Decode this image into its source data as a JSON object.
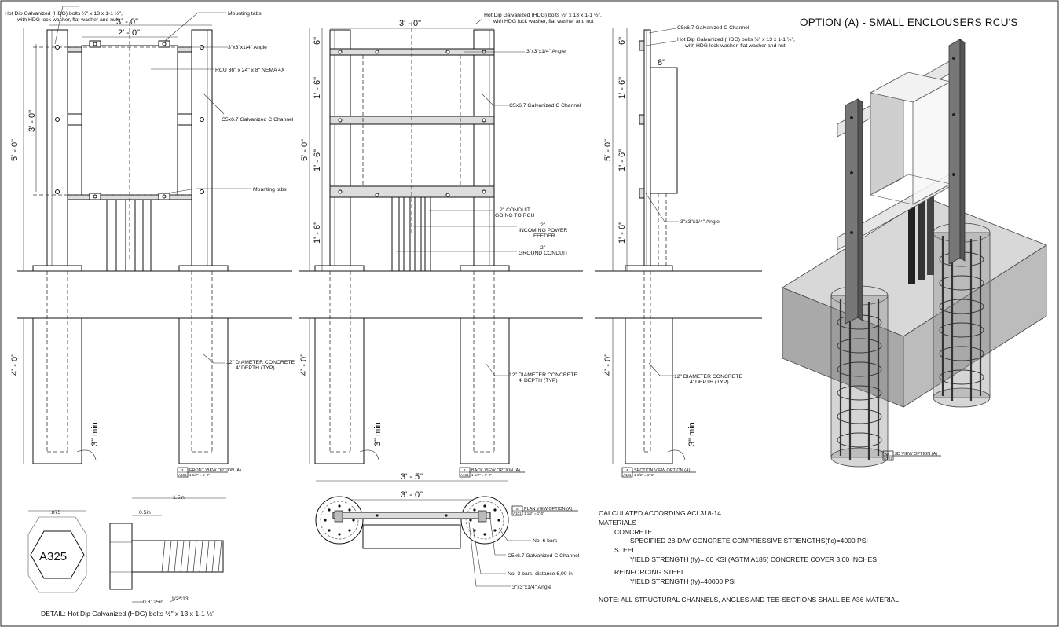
{
  "title": "OPTION (A) - SMALL ENCLOUSERS RCU'S",
  "front_view": {
    "hdg_bolts_note": [
      "Hot Dip Galvanized (HDG) bolts ½\" x 13 x 1-1 ½\",",
      "with HDG lock washer, flat washer and nut"
    ],
    "mounting_tabs_top": "Mounting tabs",
    "angle": "3\"x3\"x1/4\" Angle",
    "rcu": "RCU 36\" x 24\" x 8\" NEMA 4X",
    "channel": "C5x6.7 Galvanized C Channel",
    "mounting_tabs_bottom": "Mounting tabs",
    "concrete": [
      "12\" DIAMETER CONCRETE",
      "4' DEPTH (TYP)"
    ],
    "dim_3_0": "3' - 0\"",
    "dim_2_0": "2' - 0\"",
    "dim_5_0": "5' - 0\"",
    "dim_3_0_v": "3' - 0\"",
    "dim_4_0": "4' - 0\"",
    "dim_3min": "3\" min",
    "tag_num": "2",
    "tag_sheet": "A101",
    "view_label": "FRONT VIEW  OPTION (A)",
    "scale": "1 1/2\" = 1'-0\""
  },
  "back_view": {
    "hdg_bolts_note": [
      "Hot Dip Galvanized (HDG) bolts ½\" x 13 x 1-1 ½\",",
      "with HDG lock washer, flat washer and nut"
    ],
    "angle": "3\"x3\"x1/4\" Angle",
    "channel": "C5x6.7 Galvanized C Channel",
    "conduit_rcu": [
      "2\" CONDUIT",
      "GOING TO RCU"
    ],
    "feeder": [
      "2\"",
      "INCOMING POWER",
      "FEEDER"
    ],
    "ground": [
      "2\"",
      "GROUND CONDUIT"
    ],
    "concrete": [
      "12\" DIAMETER CONCRETE",
      "4' DEPTH (TYP)"
    ],
    "dim_3_0": "3' - 0\"",
    "dim_6": "6\"",
    "dim_1_6a": "1' - 6\"",
    "dim_5_0": "5' - 0\"",
    "dim_1_6b": "1' - 6\"",
    "dim_1_6c": "1' - 6\"",
    "dim_4_0": "4' - 0\"",
    "dim_3min": "3\" min",
    "tag_num": "3",
    "tag_sheet": "A101",
    "view_label": "BACK VIEW  OPTION (A)",
    "scale": "1 1/2\" = 1'-0\""
  },
  "section_view": {
    "channel": "C5x6.7 Galvanized C Channel",
    "hdg_bolts_note": [
      "Hot Dip Galvanized (HDG) bolts ½\" x 13 x 1-1 ½\",",
      "with HDG lock washer, flat washer and nut"
    ],
    "dim_8": "8\"",
    "angle": "3\"x3\"x1/4\" Angle",
    "concrete": [
      "12\" DIAMETER CONCRETE",
      "4' DEPTH (TYP)"
    ],
    "dim_6": "6\"",
    "dim_1_6a": "1' - 6\"",
    "dim_5_0": "5' - 0\"",
    "dim_1_6b": "1' - 6\"",
    "dim_1_6c": "1' - 6\"",
    "dim_4_0": "4' - 0\"",
    "dim_3min": "3\" min",
    "tag_num": "4",
    "tag_sheet": "A101",
    "view_label": "SECTION VIEW  OPTION (A)",
    "scale": "1 1/2\" = 1'-0\""
  },
  "plan_view": {
    "dim_3_5": "3' - 5\"",
    "dim_3_0": "3' - 0\"",
    "bars6": "No. 6 bars",
    "channel": "C5x6.7 Galvanized C Channel",
    "bars3": "No. 3 bars, distance 6,00 in",
    "angle": "3\"x3\"x1/4\" Angle",
    "tag_num": "5",
    "tag_sheet": "A101",
    "view_label": "PLAN VIEW  OPTION (A)",
    "scale": "1 1/2\" = 1'-0\""
  },
  "view_3d": {
    "tag_num": "6",
    "tag_sheet": "A101",
    "view_label": "3D VIEW  OPTION (A)"
  },
  "bolt_detail": {
    "head_text": "A325",
    "dim_875": ".875",
    "dim_15": "1.5in",
    "dim_05": "0.5in",
    "dim_03125": "0.3125in",
    "thread": "1/2\"-13",
    "title": "DETAIL: Hot Dip Galvanized (HDG) bolts ½\" x 13 x 1-1 ½\""
  },
  "notes": {
    "calc": "CALCULATED ACCORDING ACI 318-14",
    "materials": "MATERIALS",
    "concrete": "CONCRETE",
    "concrete_spec": "SPECIFIED 28-DAY CONCRETE COMPRESSIVE STRENGTHS(f'c)=4000 PSI",
    "steel": "STEEL",
    "steel_spec": "YIELD STRENGTH (fy)= 60 KSI (ASTM A185) CONCRETE COVER 3.00 INCHES",
    "reinf": "REINFORCING STEEL",
    "reinf_spec": "YIELD STRENGTH (fy)=40000 PSI",
    "note": "NOTE: ALL STRUCTURAL CHANNELS, ANGLES AND TEE-SECTIONS SHALL BE A36 MATERIAL."
  }
}
